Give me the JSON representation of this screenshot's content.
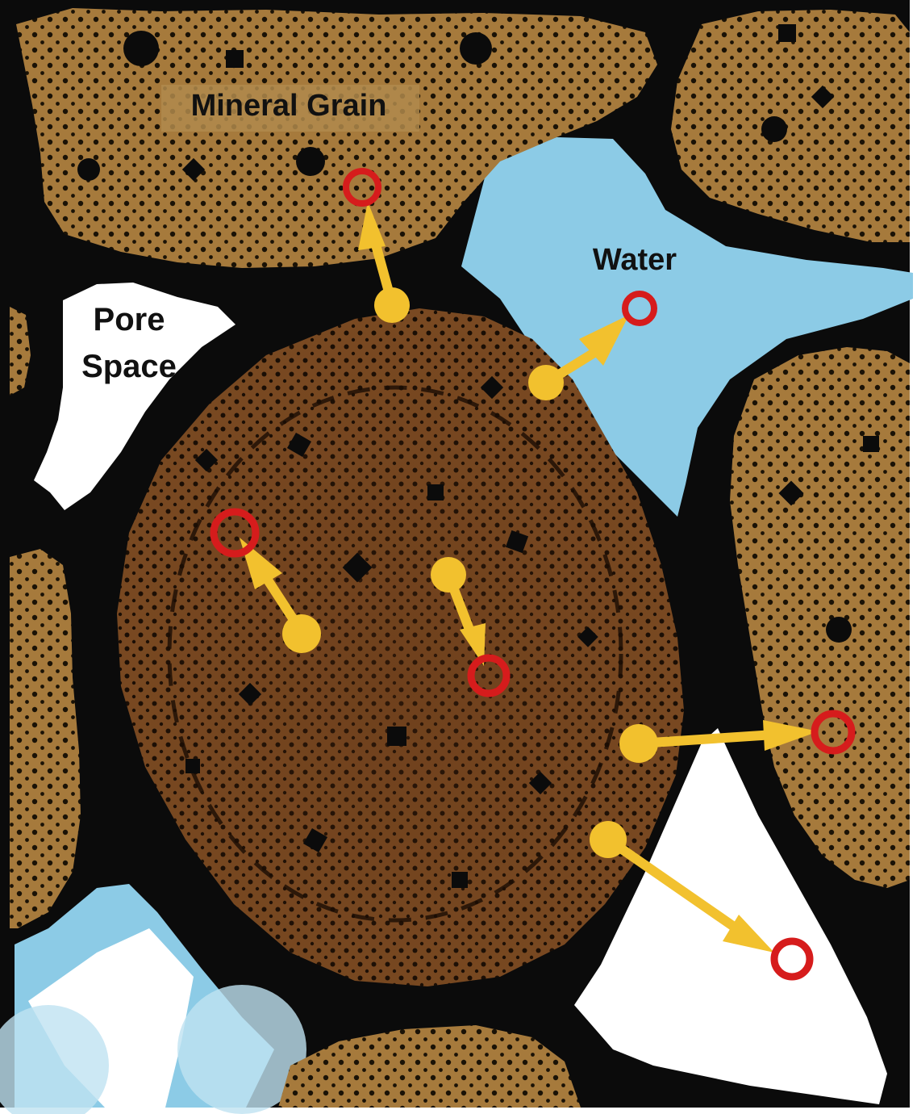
{
  "diagram": {
    "labels": {
      "mineral_grain": "Mineral Grain",
      "water": "Water",
      "pore_line1": "Pore",
      "pore_line2": "Space"
    },
    "colors": {
      "frame": "#0b0b0b",
      "grain_light": "#a67a3c",
      "grain_dark": "#7a4a22",
      "water": "#8ccbe6",
      "water_light": "#bfe2f1",
      "pore": "#ffffff",
      "arrow": "#f2c12e",
      "arrow_edge": "#c99512",
      "target_ring": "#d61c1c",
      "label_text": "#111111",
      "label_bg": "#b08a4c"
    },
    "arrows": [
      {
        "name": "arrow-to-mineral-grain"
      },
      {
        "name": "arrow-to-water"
      },
      {
        "name": "arrow-upper-left-in-grain"
      },
      {
        "name": "arrow-center-in-grain"
      },
      {
        "name": "arrow-to-right-grain"
      },
      {
        "name": "arrow-to-pore-space"
      }
    ]
  }
}
